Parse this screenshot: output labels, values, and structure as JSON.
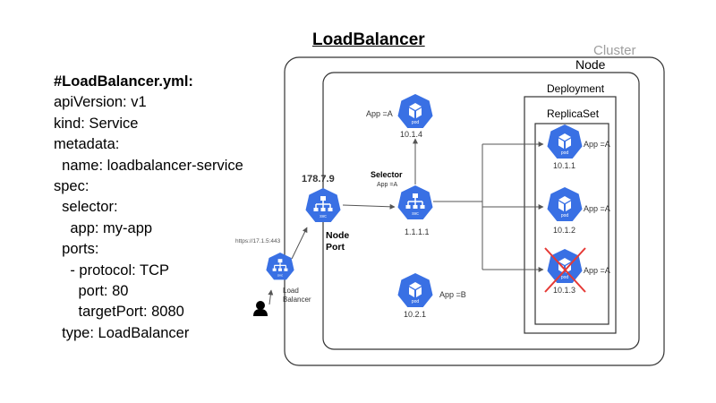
{
  "title": "LoadBalancer",
  "yaml_lines": [
    "#LoadBalancer.yml:",
    "apiVersion: v1",
    "kind: Service",
    "metadata:",
    "  name: loadbalancer-service",
    "spec:",
    "  selector:",
    "    app: my-app",
    "  ports:",
    "    - protocol: TCP",
    "      port: 80",
    "      targetPort: 8080",
    "  type: LoadBalancer"
  ],
  "labels": {
    "cluster": "Cluster",
    "node": "Node",
    "deployment": "Deployment",
    "replicaset": "ReplicaSet",
    "node_ip": "178.7.9",
    "node_port_1": "Node",
    "node_port_2": "Port",
    "selector": "Selector",
    "selector_app": "App =A",
    "svc_ip": "1.1.1.1",
    "lb_url": "https://17.1.5:443",
    "lb_label_1": "Load",
    "lb_label_2": "Balancer"
  },
  "icons": {
    "svc": "svc",
    "pod": "pod"
  },
  "pods": [
    {
      "ip": "10.1.4",
      "app": "App =A",
      "deleted": false
    },
    {
      "ip": "10.1.1",
      "app": "App =A",
      "deleted": false
    },
    {
      "ip": "10.1.2",
      "app": "App =A",
      "deleted": false
    },
    {
      "ip": "10.1.3",
      "app": "App =A",
      "deleted": true
    },
    {
      "ip": "10.2.1",
      "app": "App =B",
      "deleted": false
    }
  ],
  "colors": {
    "icon_blue": "#3970e4",
    "line": "#555555",
    "cross": "#e53935",
    "box_grey": "#9e9e9e"
  }
}
